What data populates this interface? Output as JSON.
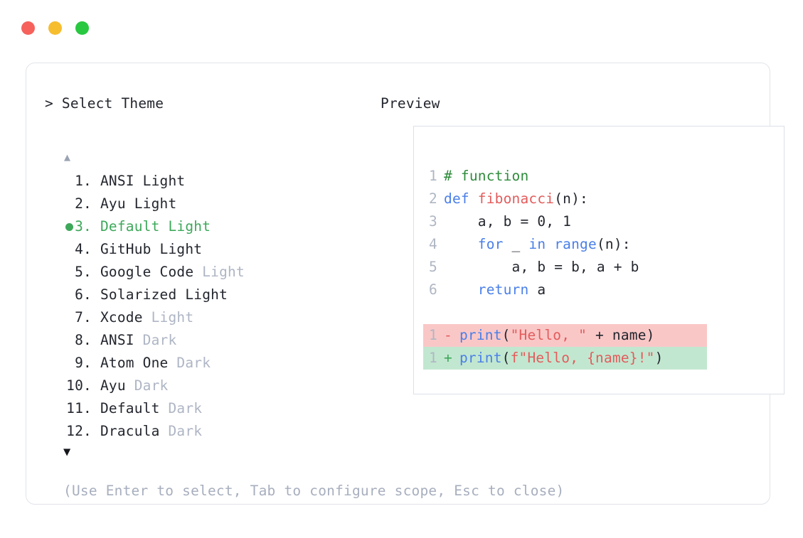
{
  "window": {
    "traffic_lights": [
      {
        "name": "close-button",
        "color": "#F6615C"
      },
      {
        "name": "minimize-button",
        "color": "#F6BD2F"
      },
      {
        "name": "maximize-button",
        "color": "#28C840"
      }
    ]
  },
  "left_panel": {
    "title": "> Select Theme",
    "scroll_up_icon": "▲",
    "scroll_down_icon": "▼",
    "selected_index": 3,
    "selected_bullet": "●",
    "items": [
      {
        "index": " 1.",
        "name": "ANSI",
        "suffix": "Light",
        "suffix_muted": false,
        "selected": false
      },
      {
        "index": " 2.",
        "name": "Ayu",
        "suffix": "Light",
        "suffix_muted": false,
        "selected": false
      },
      {
        "index": " 3.",
        "name": "Default",
        "suffix": "Light",
        "suffix_muted": false,
        "selected": true
      },
      {
        "index": " 4.",
        "name": "GitHub",
        "suffix": "Light",
        "suffix_muted": false,
        "selected": false
      },
      {
        "index": " 5.",
        "name": "Google Code",
        "suffix": "Light",
        "suffix_muted": true,
        "selected": false
      },
      {
        "index": " 6.",
        "name": "Solarized",
        "suffix": "Light",
        "suffix_muted": false,
        "selected": false
      },
      {
        "index": " 7.",
        "name": "Xcode",
        "suffix": "Light",
        "suffix_muted": true,
        "selected": false
      },
      {
        "index": " 8.",
        "name": "ANSI",
        "suffix": "Dark",
        "suffix_muted": true,
        "selected": false
      },
      {
        "index": " 9.",
        "name": "Atom One",
        "suffix": "Dark",
        "suffix_muted": true,
        "selected": false
      },
      {
        "index": "10.",
        "name": "Ayu",
        "suffix": "Dark",
        "suffix_muted": true,
        "selected": false
      },
      {
        "index": "11.",
        "name": "Default",
        "suffix": "Dark",
        "suffix_muted": true,
        "selected": false
      },
      {
        "index": "12.",
        "name": "Dracula",
        "suffix": "Dark",
        "suffix_muted": true,
        "selected": false
      }
    ],
    "hint": "(Use Enter to select, Tab to configure scope, Esc to close)"
  },
  "right_panel": {
    "title": "Preview",
    "code_lines": [
      {
        "num": "1",
        "tokens": [
          {
            "t": "# function",
            "c": "comment"
          }
        ]
      },
      {
        "num": "2",
        "tokens": [
          {
            "t": "def ",
            "c": "kw"
          },
          {
            "t": "fibonacci",
            "c": "fn"
          },
          {
            "t": "(n):",
            "c": "punct"
          }
        ]
      },
      {
        "num": "3",
        "tokens": [
          {
            "t": "    a, b = 0, 1",
            "c": "plain"
          }
        ]
      },
      {
        "num": "4",
        "tokens": [
          {
            "t": "    ",
            "c": "plain"
          },
          {
            "t": "for",
            "c": "kw"
          },
          {
            "t": " _ ",
            "c": "plain"
          },
          {
            "t": "in range",
            "c": "kw"
          },
          {
            "t": "(n):",
            "c": "punct"
          }
        ]
      },
      {
        "num": "5",
        "tokens": [
          {
            "t": "        a, b = b, a + b",
            "c": "plain"
          }
        ]
      },
      {
        "num": "6",
        "tokens": [
          {
            "t": "    ",
            "c": "plain"
          },
          {
            "t": "return",
            "c": "kw"
          },
          {
            "t": " a",
            "c": "plain"
          }
        ]
      }
    ],
    "diff_lines": [
      {
        "num": "1",
        "mark": "-",
        "kind": "del",
        "tokens": [
          {
            "t": "print",
            "c": "kw"
          },
          {
            "t": "(",
            "c": "punct"
          },
          {
            "t": "\"Hello, \"",
            "c": "str"
          },
          {
            "t": " + name)",
            "c": "plain"
          }
        ]
      },
      {
        "num": "1",
        "mark": "+",
        "kind": "add",
        "tokens": [
          {
            "t": "print",
            "c": "kw"
          },
          {
            "t": "(",
            "c": "punct"
          },
          {
            "t": "f\"Hello, {name}!\"",
            "c": "str"
          },
          {
            "t": ")",
            "c": "punct"
          }
        ]
      }
    ]
  },
  "colors": {
    "accent_green": "#3DA85A",
    "keyword_blue": "#4A7FE8",
    "function_red": "#E25C5C",
    "comment_green": "#2E8B3B",
    "muted_gray": "#AEB5C4",
    "text_dark": "#23262E",
    "diff_del_bg": "#FAC7C7",
    "diff_add_bg": "#C2E7D0",
    "border": "#E1E4E9"
  }
}
